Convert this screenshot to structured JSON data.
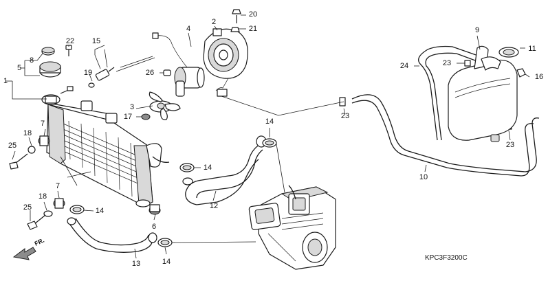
{
  "diagram_code": "KPC3F3200C",
  "direction_label": "FR.",
  "callouts": {
    "c1": "1",
    "c2": "2",
    "c3": "3",
    "c4": "4",
    "c5": "5",
    "c6": "6",
    "c7a": "7",
    "c7b": "7",
    "c8": "8",
    "c9": "9",
    "c10": "10",
    "c11": "11",
    "c12": "12",
    "c13": "13",
    "c14a": "14",
    "c14b": "14",
    "c14c": "14",
    "c14d": "14",
    "c15": "15",
    "c16": "16",
    "c17": "17",
    "c18a": "18",
    "c18b": "18",
    "c19": "19",
    "c20": "20",
    "c21": "21",
    "c22": "22",
    "c23a": "23",
    "c23b": "23",
    "c23c": "23",
    "c24": "24",
    "c25a": "25",
    "c25b": "25",
    "c26": "26"
  }
}
